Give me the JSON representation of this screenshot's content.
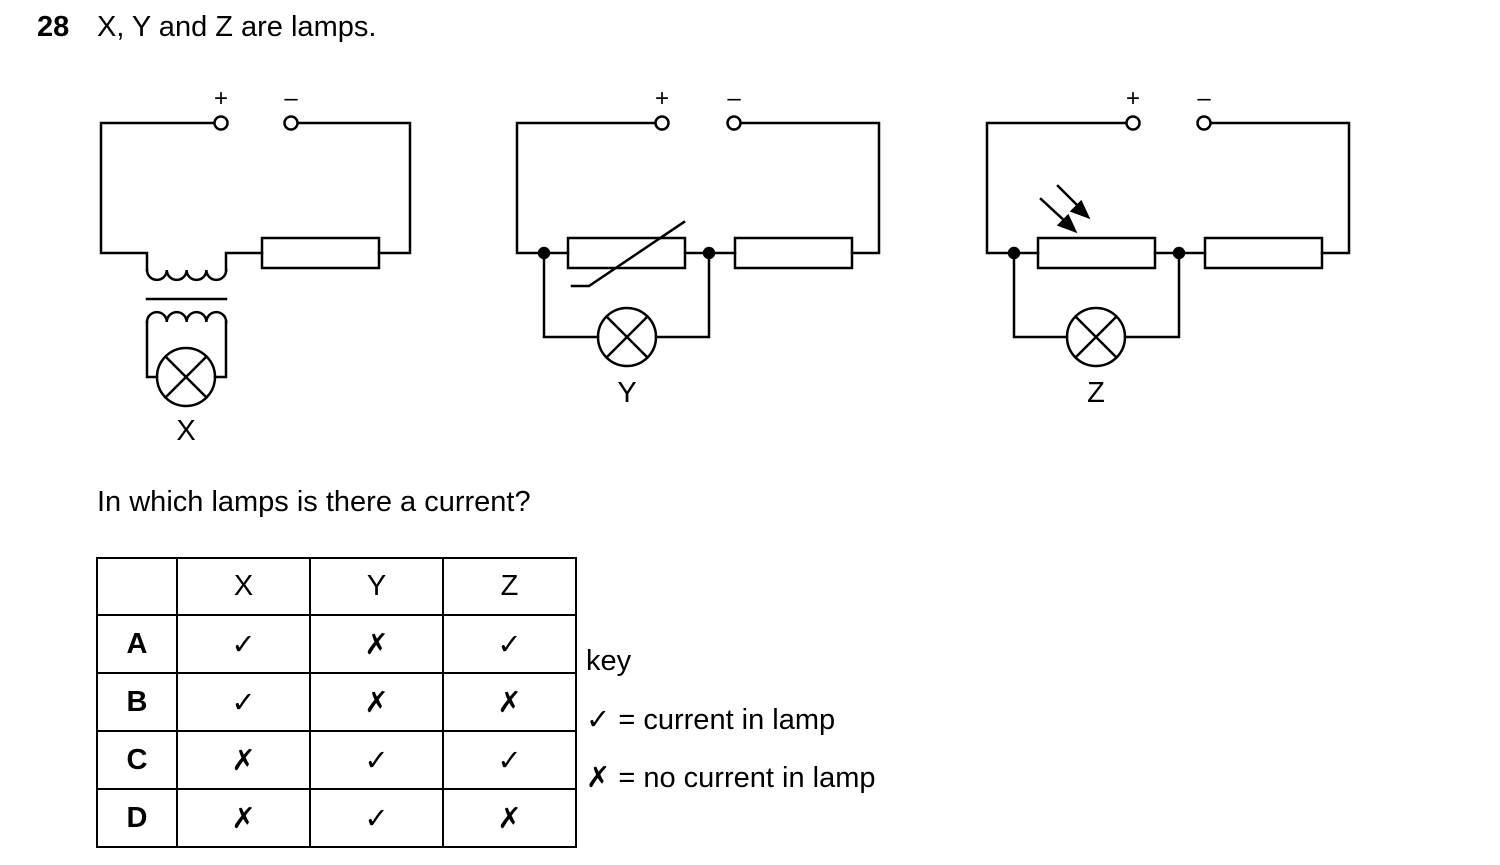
{
  "question": {
    "number": "28",
    "intro": "X, Y and Z are lamps.",
    "prompt": "In which lamps is there a current?"
  },
  "circuits": {
    "plus": "+",
    "minus": "–",
    "lamp_labels": [
      "X",
      "Y",
      "Z"
    ]
  },
  "table": {
    "headers": [
      "",
      "X",
      "Y",
      "Z"
    ],
    "rows": [
      {
        "label": "A",
        "cells": [
          "✓",
          "✗",
          "✓"
        ]
      },
      {
        "label": "B",
        "cells": [
          "✓",
          "✗",
          "✗"
        ]
      },
      {
        "label": "C",
        "cells": [
          "✗",
          "✓",
          "✓"
        ]
      },
      {
        "label": "D",
        "cells": [
          "✗",
          "✓",
          "✗"
        ]
      }
    ]
  },
  "key": {
    "title": "key",
    "tick_symbol": "✓",
    "tick_meaning": "= current in lamp",
    "cross_symbol": "✗",
    "cross_meaning": "= no current in lamp"
  }
}
